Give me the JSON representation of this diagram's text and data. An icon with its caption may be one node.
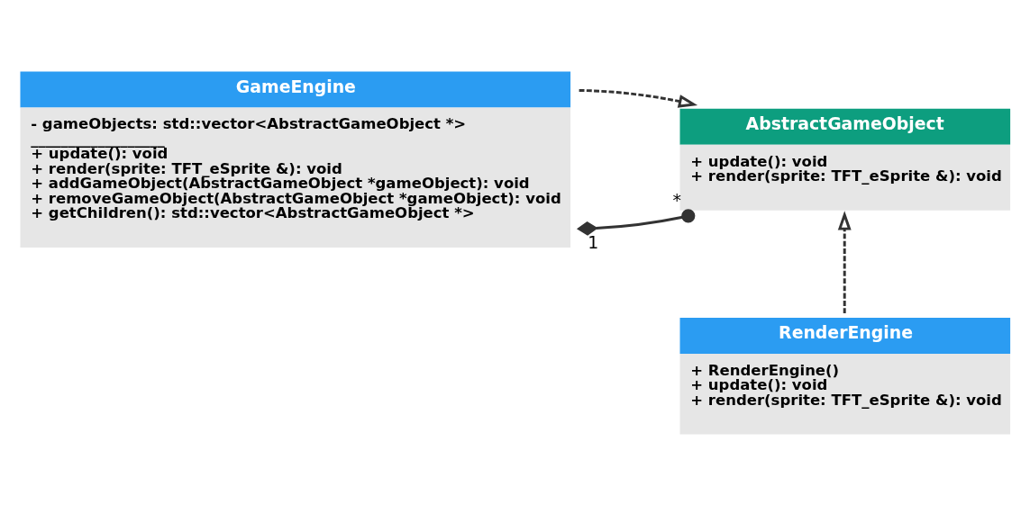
{
  "diagram": {
    "nodes": [
      {
        "text": [
          "GameEngine",
          "- gameObjects: std::vector<AbstractGameObject *>",
          "__________________",
          "+ update(): void",
          "+ render(sprite: TFT_eSprite &): void",
          "+ addGameObject(AbstractGameObject *gameObject): void",
          "+ removeGameObject(AbstractGameObject *gameObject): void",
          "+ getChildren(): std::vector<AbstractGameObject *>"
        ]
      },
      {
        "text": [
          "AbstractGameObject",
          "+ update(): void",
          "+ render(sprite: TFT_eSprite &): void"
        ]
      },
      {
        "text": [
          "RenderEngine",
          "+ RenderEngine()",
          "+ update(): void",
          "+ render(sprite: TFT_eSprite &): void"
        ]
      }
    ],
    "edges": [
      {
        "from": 0,
        "to": 1,
        "arrow": "to",
        "style": "dashed"
      },
      {
        "from": 0,
        "to": 1,
        "arrow": "other"
      },
      {
        "from": 2,
        "to": 1,
        "arrow": "to",
        "style": "dashed"
      }
    ],
    "labels": [
      "1",
      "*"
    ]
  }
}
